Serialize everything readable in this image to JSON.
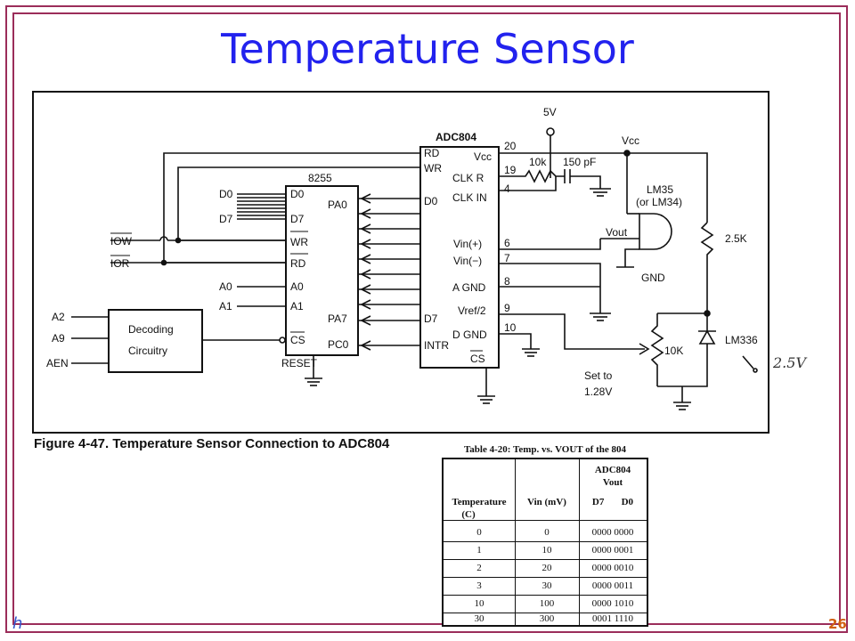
{
  "slide": {
    "title": "Temperature Sensor",
    "footer_left": "h",
    "footer_right": "26"
  },
  "figure": {
    "caption": "Figure 4-47. Temperature Sensor Connection to ADC804",
    "handwritten_note": "2.5V",
    "labels": {
      "adc": "ADC804",
      "ppi": "8255",
      "five_v": "5V",
      "vcc_top": "Vcc",
      "adc_vcc": "Vcc",
      "rd": "RD",
      "wr": "WR",
      "clk_r": "CLK R",
      "clk_in": "CLK IN",
      "adc_d0": "D0",
      "vin_plus": "Vin(+)",
      "vin_minus": "Vin(−)",
      "a_gnd": "A GND",
      "vref2": "Vref/2",
      "d_gnd": "D GND",
      "adc_d7": "D7",
      "intr": "INTR",
      "cs": "CS",
      "pin20": "20",
      "pin19": "19",
      "pin4": "4",
      "pin6": "6",
      "pin7": "7",
      "pin8": "8",
      "pin9": "9",
      "pin10": "10",
      "r10k": "10k",
      "cap150": "150 pF",
      "lm35": "LM35",
      "lm34": "(or LM34)",
      "vout": "Vout",
      "gnd": "GND",
      "r25k": "2.5K",
      "pot10k": "10K",
      "lm336": "LM336",
      "set_to": "Set to",
      "v128": "1.28V",
      "ppi_d0": "D0",
      "ppi_d7": "D7",
      "ppi_wr": "WR",
      "ppi_rd": "RD",
      "ppi_a0": "A0",
      "ppi_a1": "A1",
      "ppi_cs": "CS",
      "ppi_reset": "RESET",
      "pa0": "PA0",
      "pa7": "PA7",
      "pc0": "PC0",
      "bus_d0": "D0",
      "bus_d7": "D7",
      "iow": "IOW",
      "ior": "IOR",
      "bus_a0": "A0",
      "bus_a1": "A1",
      "a2": "A2",
      "a9": "A9",
      "aen": "AEN",
      "decoding": "Decoding",
      "circuitry": "Circuitry"
    }
  },
  "table": {
    "title": "Table 4-20: Temp. vs. VOUT of the 804",
    "h_adc": "ADC804",
    "h_vout": "Vout",
    "h_temp": "Temperature",
    "h_temp_unit": "(C)",
    "h_vin": "Vin (mV)",
    "h_bits": "D7       D0",
    "rows": [
      {
        "temp": "0",
        "vin": "0",
        "bits": "0000 0000"
      },
      {
        "temp": "1",
        "vin": "10",
        "bits": "0000 0001"
      },
      {
        "temp": "2",
        "vin": "20",
        "bits": "0000 0010"
      },
      {
        "temp": "3",
        "vin": "30",
        "bits": "0000 0011"
      },
      {
        "temp": "10",
        "vin": "100",
        "bits": "0000 1010"
      },
      {
        "temp": "30",
        "vin": "300",
        "bits": "0001 1110"
      }
    ]
  }
}
